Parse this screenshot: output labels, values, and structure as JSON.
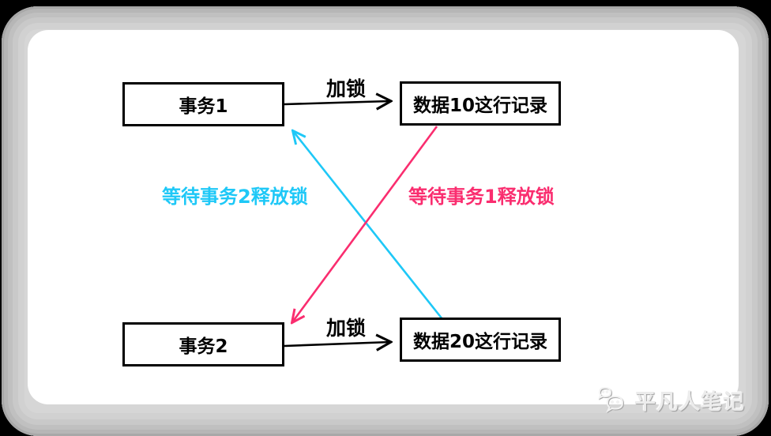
{
  "diagram": {
    "title_hint": "transaction deadlock diagram",
    "boxes": [
      {
        "id": "tx1",
        "label": "事务1"
      },
      {
        "id": "data10",
        "label": "数据10这行记录"
      },
      {
        "id": "tx2",
        "label": "事务2"
      },
      {
        "id": "data20",
        "label": "数据20这行记录"
      }
    ],
    "edges": {
      "lock_top_label": "加锁",
      "lock_bottom_label": "加锁",
      "wait_cyan_label": "等待事务2释放锁",
      "wait_pink_label": "等待事务1释放锁"
    },
    "colors": {
      "cyan_arrow": "#1ec8f7",
      "pink_arrow": "#fa2d6f",
      "box_border": "#000000",
      "card_edge_gray": "#d2d2d2",
      "background": "#000000"
    }
  },
  "watermark": {
    "icon": "wechat-icon",
    "text": "平凡人笔记"
  }
}
